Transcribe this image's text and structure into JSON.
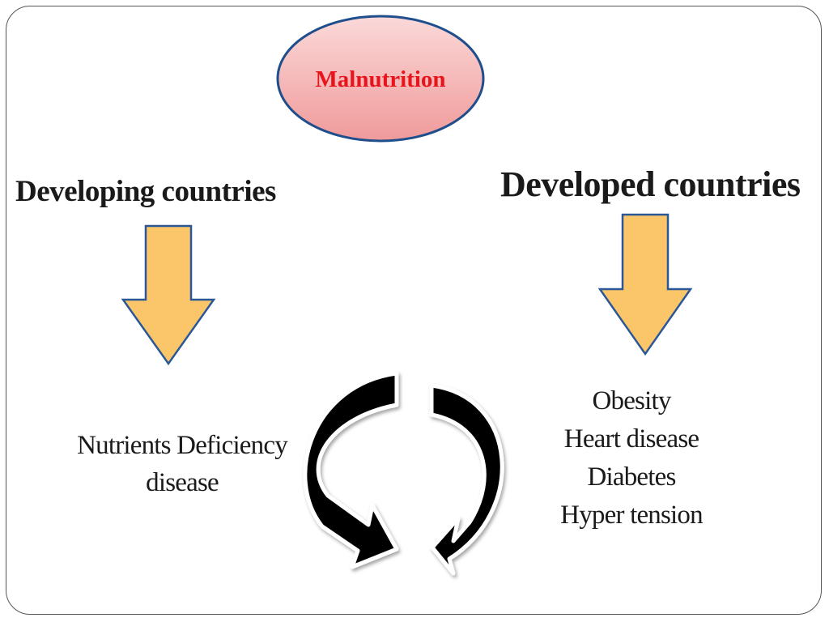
{
  "title": "Malnutrition",
  "colors": {
    "title_text": "#e8141c",
    "ellipse_fill_top": "#fbd9d9",
    "ellipse_fill_bottom": "#f09a9a",
    "ellipse_stroke": "#1f4e8c",
    "arrow_fill": "#fbc66a",
    "arrow_stroke": "#2b5797",
    "cycle_arrow": "#000000"
  },
  "left": {
    "heading": "Developing  countries",
    "outcome_lines": [
      "Nutrients Deficiency",
      "disease"
    ]
  },
  "right": {
    "heading": "Developed  countries",
    "outcome_lines": [
      "Obesity",
      "Heart disease",
      "Diabetes",
      "Hyper tension"
    ]
  }
}
